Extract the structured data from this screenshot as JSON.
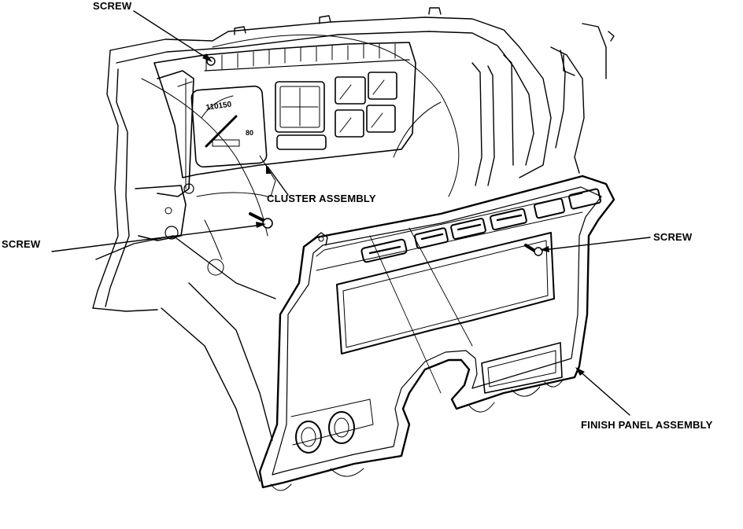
{
  "labels": {
    "screw_top": "SCREW",
    "screw_left": "SCREW",
    "screw_right": "SCREW",
    "cluster_assembly": "CLUSTER ASSEMBLY",
    "finish_panel_assembly": "FINISH PANEL ASSEMBLY"
  },
  "gauges": {
    "speedo_digits": "110150",
    "speedo_mark": "80"
  },
  "colors": {
    "ink": "#000000",
    "paper": "#ffffff"
  }
}
